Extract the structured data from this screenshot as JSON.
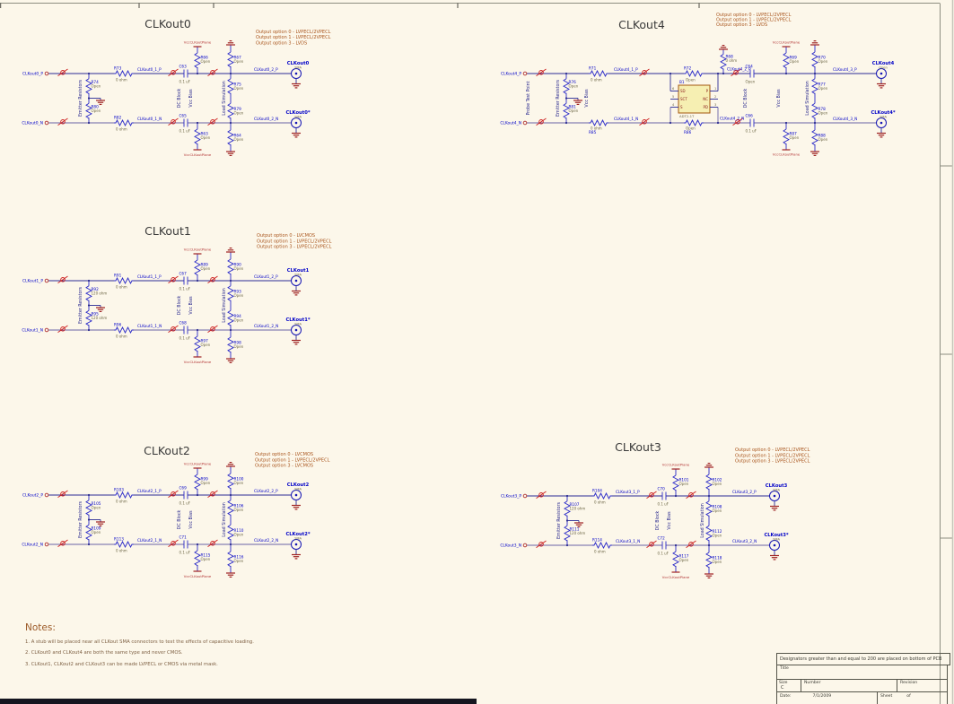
{
  "sheet": {
    "power_net": "VccCLKoutPlane",
    "notes": {
      "heading": "Notes:",
      "items": [
        "1.   A stub will be placed near all CLKout SMA connectors to test the effects of capacitive loading.",
        "2.   CLKout0 and CLKout4 are both the same type and never CMOS.",
        "3.   CLKout1, CLKout2 and CLKout3 can be made LVPECL or CMOS via metal mask."
      ]
    },
    "title_block": {
      "note": "Designators greater than and equal to 200 are placed on bottom of PCB",
      "title_label": "Title",
      "size_label": "Size",
      "size_value": "C",
      "number_label": "Number",
      "revision_label": "Revision",
      "date_label": "Date:",
      "date_value": "7/1/2009",
      "sheet_label": "Sheet",
      "of_label": "of"
    }
  },
  "blocks": [
    {
      "id": "clkout0",
      "title": "CLKout0",
      "options": [
        "Output option 0 - LVPECL/2VPECL",
        "Output option 1 - LVPECL/2VPECL",
        "Output option 3 - LVDS"
      ],
      "labels": {
        "emitter": "Emitter Resistors",
        "dc_block": "DC Block",
        "vcc_bias": "Vcc Bias",
        "load_sim": "Load Simulation"
      },
      "input_p": "CLKout0_P",
      "input_n": "CLKout0_N",
      "emitter_top": {
        "ref": "R74",
        "value": "Open"
      },
      "emitter_bot": {
        "ref": "R80",
        "value": "Open"
      },
      "series_p": {
        "ref": "R73",
        "value": "0 ohm"
      },
      "series_n": {
        "ref": "R82",
        "value": "0 ohm"
      },
      "net1_p": "CLKout0_1_P",
      "net1_n": "CLKout0_1_N",
      "cap_p": {
        "ref": "C63",
        "value": "0.1 uF"
      },
      "cap_n": {
        "ref": "C65",
        "value": "0.1 uF"
      },
      "vcc_p": {
        "ref": "R66",
        "value": "Open"
      },
      "vcc_n": {
        "ref": "R63",
        "value": "Open"
      },
      "load": [
        {
          "ref": "R67",
          "value": "Open"
        },
        {
          "ref": "R75",
          "value": "Open"
        },
        {
          "ref": "R79",
          "value": "Open"
        },
        {
          "ref": "R64",
          "value": "Open"
        }
      ],
      "net2_p": "CLKout0_2_P",
      "net2_n": "CLKout0_2_N",
      "sma_p": {
        "name": "CLKout0",
        "sub": "SMA"
      },
      "sma_n": {
        "name": "CLKout0*",
        "sub": "SMA"
      }
    },
    {
      "id": "clkout1",
      "title": "CLKout1",
      "options": [
        "Output option 0 - LVCMOS",
        "Output option 1 - LVPECL/2VPECL",
        "Output option 3 - LVPECL/2VPECL"
      ],
      "labels": {
        "emitter": "Emitter Resistors",
        "dc_block": "DC Block",
        "vcc_bias": "Vcc Bias",
        "load_sim": "Load Simulation"
      },
      "input_p": "CLKout1_P",
      "input_n": "CLKout1_N",
      "emitter_top": {
        "ref": "R92",
        "value": "120 ohm"
      },
      "emitter_bot": {
        "ref": "R95",
        "value": "120 ohm"
      },
      "series_p": {
        "ref": "R91",
        "value": "0 ohm"
      },
      "series_n": {
        "ref": "R96",
        "value": "0 ohm"
      },
      "net1_p": "CLKout1_1_P",
      "net1_n": "CLKout1_1_N",
      "cap_p": {
        "ref": "C67",
        "value": "0.1 uF"
      },
      "cap_n": {
        "ref": "C68",
        "value": "0.1 uF"
      },
      "vcc_p": {
        "ref": "R89",
        "value": "Open"
      },
      "vcc_n": {
        "ref": "R97",
        "value": "Open"
      },
      "load": [
        {
          "ref": "R90",
          "value": "Open"
        },
        {
          "ref": "R93",
          "value": "Open"
        },
        {
          "ref": "R94",
          "value": "Open"
        },
        {
          "ref": "R98",
          "value": "Open"
        }
      ],
      "net2_p": "CLKout1_2_P",
      "net2_n": "CLKout1_2_N",
      "sma_p": {
        "name": "CLKout1",
        "sub": "SMA"
      },
      "sma_n": {
        "name": "CLKout1*",
        "sub": "SMA"
      }
    },
    {
      "id": "clkout2",
      "title": "CLKout2",
      "options": [
        "Output option 0 - LVCMOS",
        "Output option 1 - LVPECL/2VPECL",
        "Output option 3 - LVCMOS"
      ],
      "labels": {
        "emitter": "Emitter Resistors",
        "dc_block": "DC Block",
        "vcc_bias": "Vcc Bias",
        "load_sim": "Load Simulation"
      },
      "input_p": "CLKout2_P",
      "input_n": "CLKout2_N",
      "emitter_top": {
        "ref": "R105",
        "value": "Open"
      },
      "emitter_bot": {
        "ref": "R109",
        "value": "Open"
      },
      "series_p": {
        "ref": "R103",
        "value": "0 ohm"
      },
      "series_n": {
        "ref": "R113",
        "value": "0 ohm"
      },
      "net1_p": "CLKout2_1_P",
      "net1_n": "CLKout2_1_N",
      "cap_p": {
        "ref": "C69",
        "value": "0.1 uF"
      },
      "cap_n": {
        "ref": "C71",
        "value": "0.1 uF"
      },
      "vcc_p": {
        "ref": "R99",
        "value": "Open"
      },
      "vcc_n": {
        "ref": "R115",
        "value": "Open"
      },
      "load": [
        {
          "ref": "R100",
          "value": "Open"
        },
        {
          "ref": "R106",
          "value": "Open"
        },
        {
          "ref": "R110",
          "value": "Open"
        },
        {
          "ref": "R116",
          "value": "Open"
        }
      ],
      "net2_p": "CLKout2_2_P",
      "net2_n": "CLKout2_2_N",
      "sma_p": {
        "name": "CLKout2",
        "sub": "SMA"
      },
      "sma_n": {
        "name": "CLKout2*",
        "sub": "SMA"
      }
    },
    {
      "id": "clkout3",
      "title": "CLKout3",
      "options": [
        "Output option 0 - LVPECL/2VPECL",
        "Output option 1 - LVPECL/2VPECL",
        "Output option 3 - LVPECL/2VPECL"
      ],
      "labels": {
        "emitter": "Emitter Resistors",
        "dc_block": "DC Block",
        "vcc_bias": "Vcc Bias",
        "load_sim": "Load Simulation"
      },
      "input_p": "CLKout3_P",
      "input_n": "CLKout3_N",
      "emitter_top": {
        "ref": "R107",
        "value": "120 ohm"
      },
      "emitter_bot": {
        "ref": "R111",
        "value": "120 ohm"
      },
      "series_p": {
        "ref": "R104",
        "value": "0 ohm"
      },
      "series_n": {
        "ref": "R114",
        "value": "0 ohm"
      },
      "net1_p": "CLKout3_1_P",
      "net1_n": "CLKout3_1_N",
      "cap_p": {
        "ref": "C70",
        "value": "0.1 uF"
      },
      "cap_n": {
        "ref": "C72",
        "value": "0.1 uF"
      },
      "vcc_p": {
        "ref": "R101",
        "value": "Open"
      },
      "vcc_n": {
        "ref": "R117",
        "value": "Open"
      },
      "load": [
        {
          "ref": "R102",
          "value": "Open"
        },
        {
          "ref": "R108",
          "value": "Open"
        },
        {
          "ref": "R112",
          "value": "Open"
        },
        {
          "ref": "R118",
          "value": "Open"
        }
      ],
      "net2_p": "CLKout3_2_P",
      "net2_n": "CLKout3_2_N",
      "sma_p": {
        "name": "CLKout3",
        "sub": "SMA"
      },
      "sma_n": {
        "name": "CLKout3*",
        "sub": "SMA"
      }
    },
    {
      "id": "clkout4",
      "title": "CLKout4",
      "options": [
        "Output option 0 - LVPECL/2VPECL",
        "Output option 1 - LVPECL/2VPECL",
        "Output option 3 - LVDS"
      ],
      "labels": {
        "probe": "Probe Test Point",
        "emitter": "Emitter Resistors",
        "vcc_bias_left": "Vcc Bias",
        "dc_block": "DC Block",
        "vcc_bias": "Vcc Bias",
        "load_sim": "Load Simulation"
      },
      "input_p": "CLKout4_P",
      "input_n": "CLKout4_N",
      "emitter_top": {
        "ref": "R76",
        "value": "Open"
      },
      "emitter_bot": {
        "ref": "R81",
        "value": "Open"
      },
      "series_p": {
        "ref": "R71",
        "value": "0 ohm"
      },
      "series_n": {
        "ref": "R85",
        "value": "0 ohm"
      },
      "net1_p": "CLKout4_1_P",
      "net1_n": "CLKout4_1_N",
      "balun": {
        "ref": "B1",
        "part": "ADT2-1T",
        "pins_left": [
          {
            "no": "6",
            "name": "SD"
          },
          {
            "no": "5",
            "name": "SCT"
          },
          {
            "no": "4",
            "name": "S"
          }
        ],
        "pins_right": [
          {
            "no": "1",
            "name": "P"
          },
          {
            "no": "2",
            "name": "NC"
          },
          {
            "no": "3",
            "name": "PD"
          }
        ]
      },
      "series2_p": {
        "ref": "R72",
        "value": "Open"
      },
      "series2_n": {
        "ref": "R86",
        "value": "Open"
      },
      "shunt_p": {
        "ref": "R68",
        "value": "0 ohm"
      },
      "net2_p": "CLKout4_2_P",
      "net2_n": "CLKout4_2_N",
      "cap_p": {
        "ref": "C64",
        "value": "Open"
      },
      "cap_n": {
        "ref": "C66",
        "value": "0.1 uF"
      },
      "vcc_p": {
        "ref": "R69",
        "value": "Open"
      },
      "vcc_n": {
        "ref": "R87",
        "value": "Open"
      },
      "load": [
        {
          "ref": "R70",
          "value": "Open"
        },
        {
          "ref": "R77",
          "value": "Open"
        },
        {
          "ref": "R78",
          "value": "Open"
        },
        {
          "ref": "R88",
          "value": "Open"
        }
      ],
      "net3_p": "CLKout4_3_P",
      "net3_n": "CLKout4_3_N",
      "sma_p": {
        "name": "CLKout4",
        "sub": "Open"
      },
      "sma_n": {
        "name": "CLKout4*",
        "sub": "SMA"
      }
    }
  ]
}
